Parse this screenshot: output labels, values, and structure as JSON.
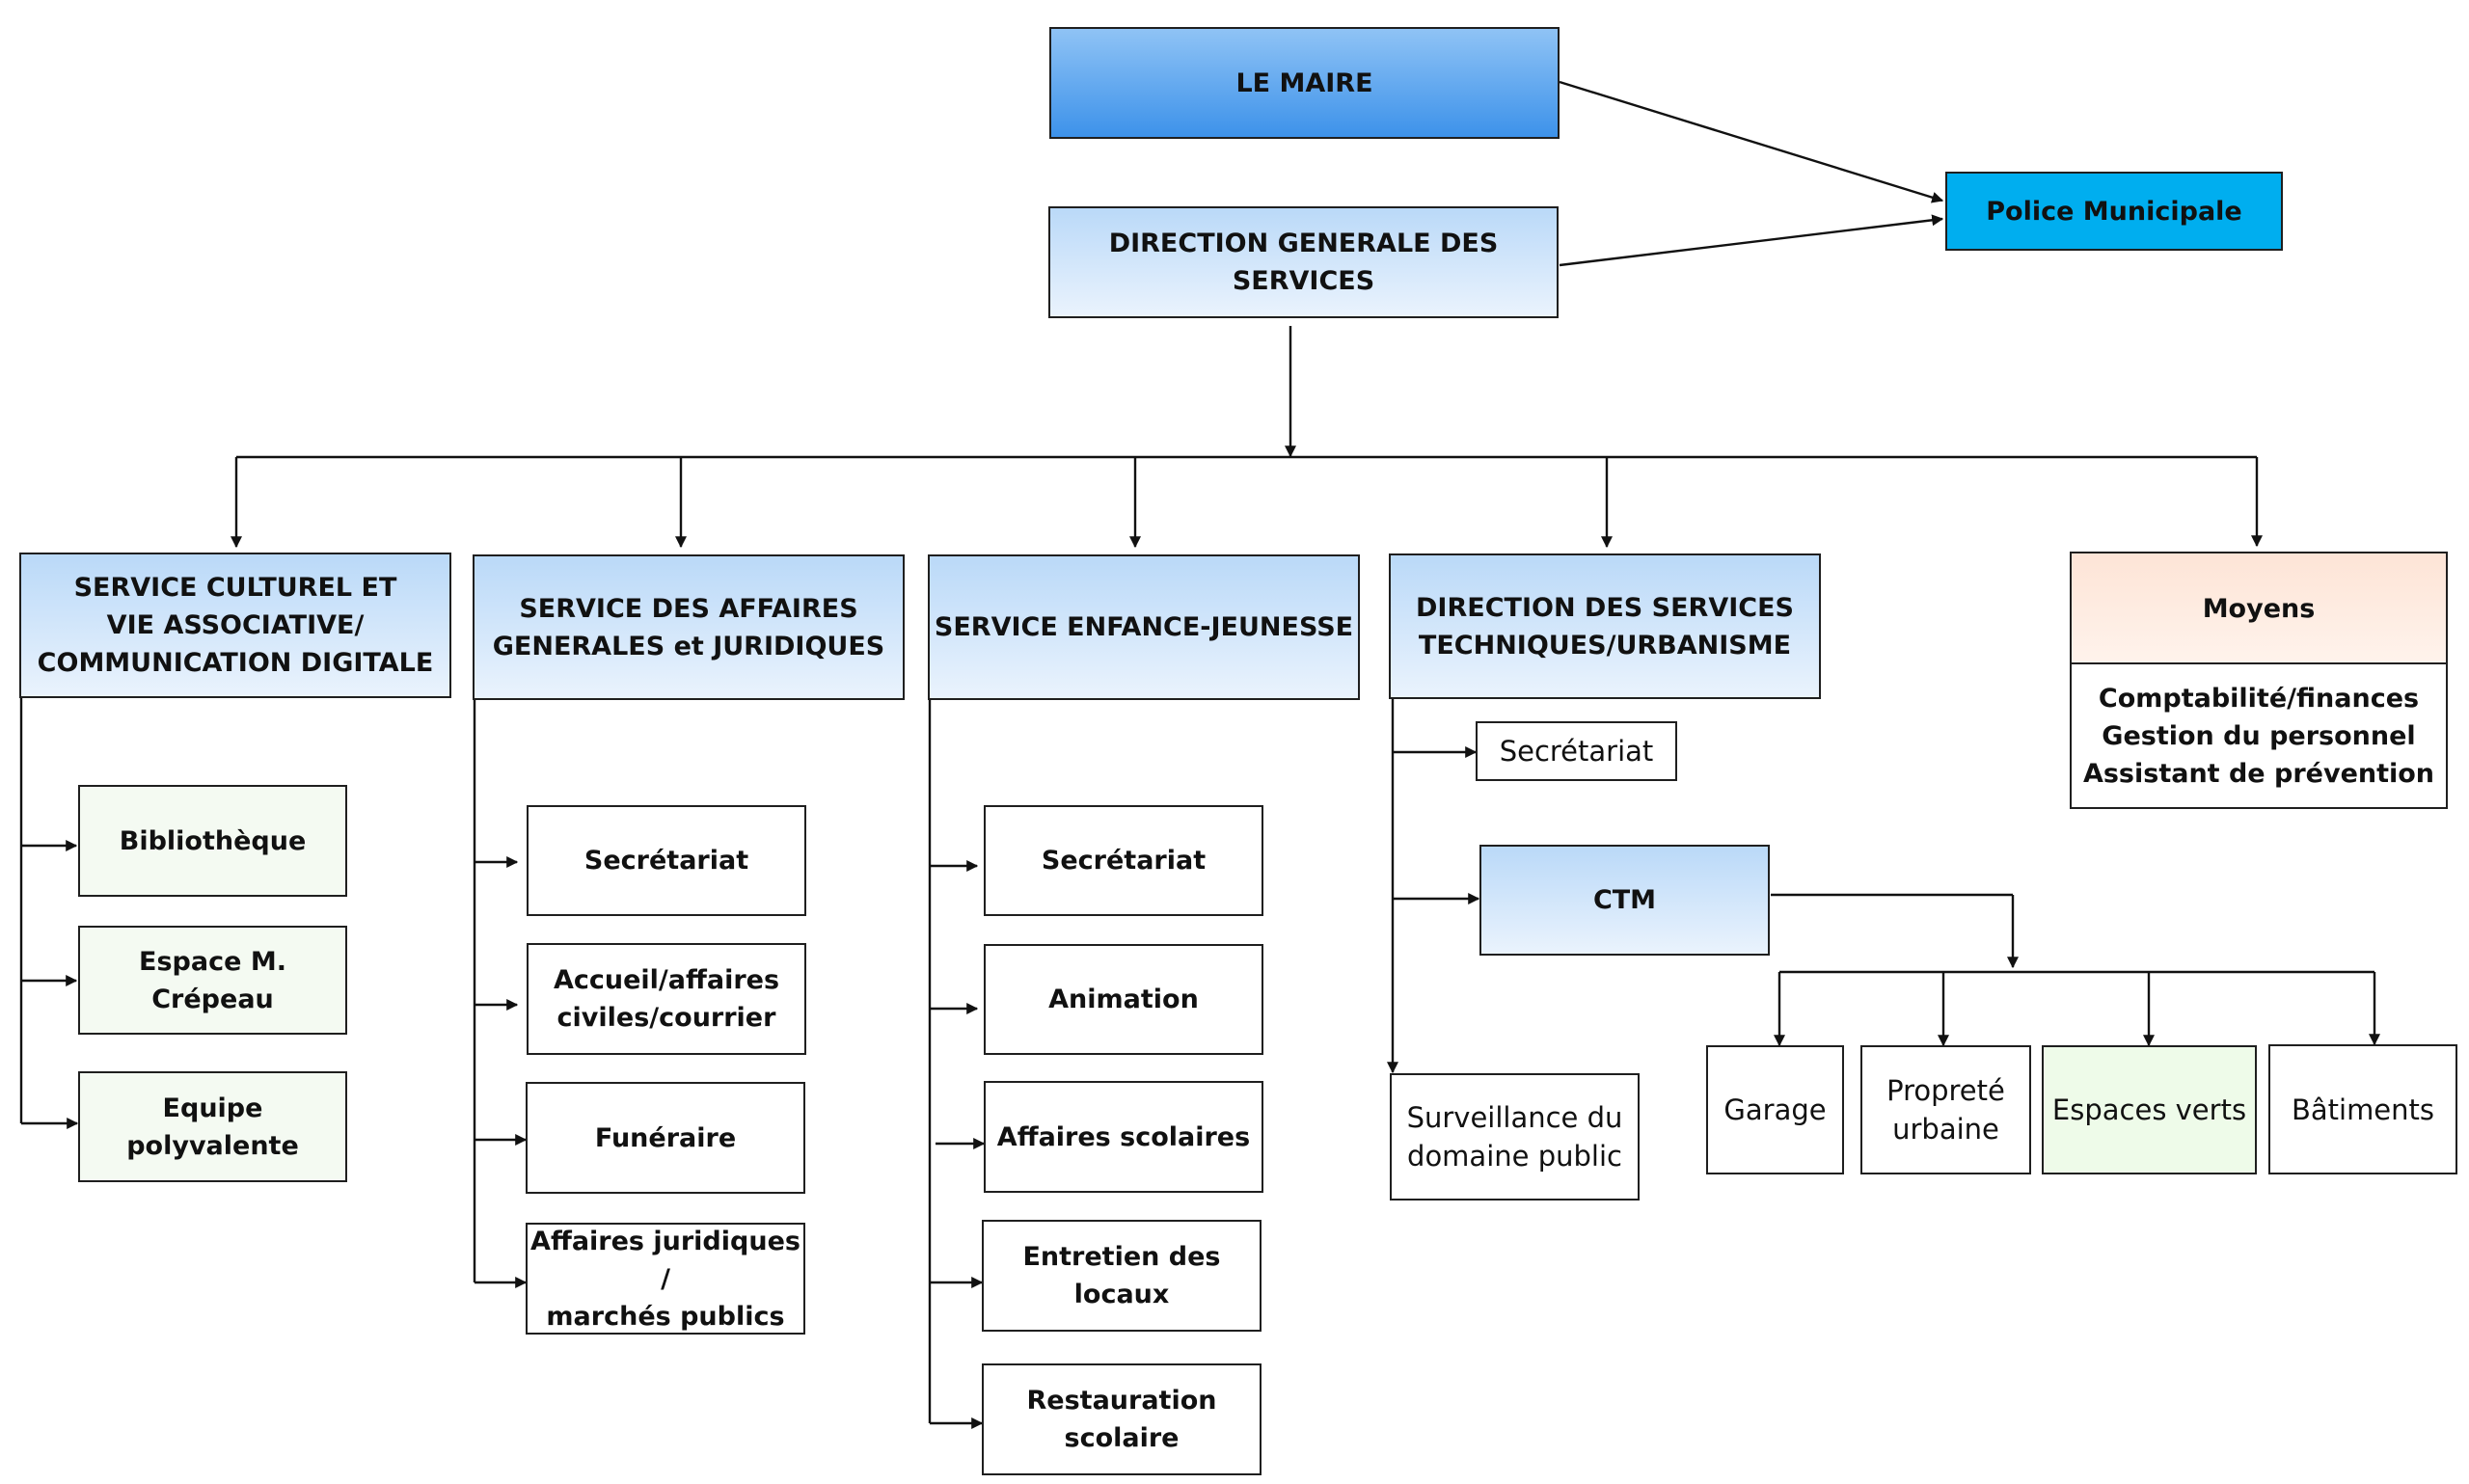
{
  "top": {
    "maire": "LE MAIRE",
    "dgs": "DIRECTION GENERALE DES SERVICES",
    "police": "Police Municipale"
  },
  "services": {
    "culturel": {
      "title": "SERVICE CULTUREL ET\nVIE ASSOCIATIVE/\nCOMMUNICATION DIGITALE",
      "items": [
        "Bibliothèque",
        "Espace M. Crépeau",
        "Equipe polyvalente"
      ]
    },
    "affaires": {
      "title": "SERVICE DES AFFAIRES\nGENERALES et JURIDIQUES",
      "items": [
        "Secrétariat",
        "Accueil/affaires\nciviles/courrier",
        "Funéraire",
        "Affaires juridiques /\nmarchés publics"
      ]
    },
    "enfance": {
      "title": "SERVICE ENFANCE-JEUNESSE",
      "items": [
        "Secrétariat",
        "Animation",
        "Affaires scolaires",
        "Entretien des locaux",
        "Restauration\nscolaire"
      ]
    },
    "techniques": {
      "title": "DIRECTION DES SERVICES\nTECHNIQUES/URBANISME",
      "secretariat": "Secrétariat",
      "ctm": "CTM",
      "surveillance": "Surveillance du\ndomaine public",
      "ctm_items": [
        "Garage",
        "Propreté\nurbaine",
        "Espaces verts",
        "Bâtiments"
      ]
    },
    "moyens": {
      "title": "Moyens",
      "body": "Comptabilité/finances\nGestion du personnel\nAssistant de prévention"
    }
  },
  "colors": {
    "top_blue": "#3d92ea",
    "soft_blue": "#bad9f8",
    "police_cyan": "#00aeef",
    "moyens_peach": "#fde4d6",
    "espaces_verts_green": "#eefbe9"
  }
}
